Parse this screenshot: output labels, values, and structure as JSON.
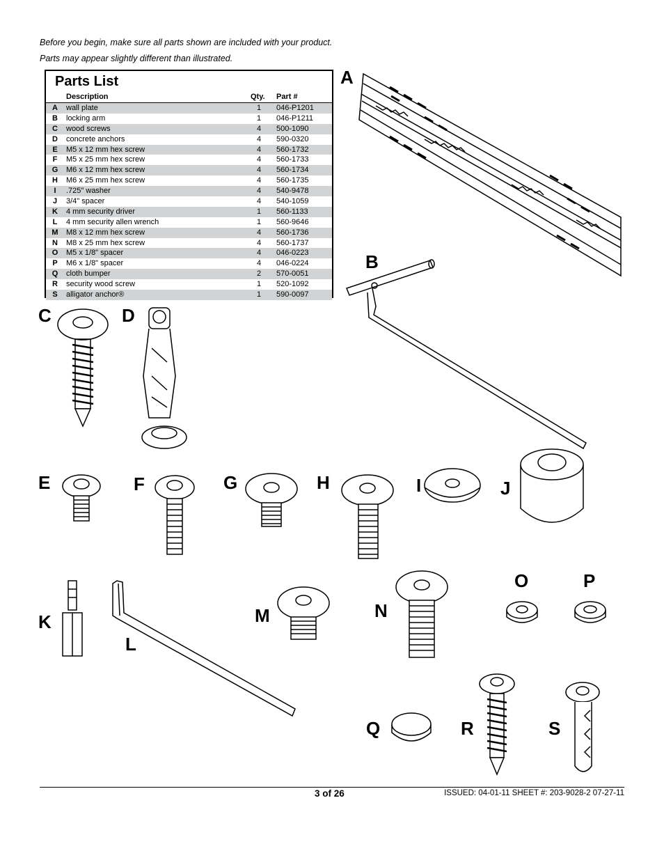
{
  "intro": {
    "line1": "Before you begin, make sure all parts shown are included with your product.",
    "line2": "Parts may appear slightly different than illustrated."
  },
  "parts_list": {
    "title": "Parts List",
    "headers": {
      "description": "Description",
      "qty": "Qty.",
      "part": "Part #"
    },
    "rows": [
      {
        "letter": "A",
        "description": "wall plate",
        "qty": "1",
        "part": "046-P1201"
      },
      {
        "letter": "B",
        "description": "locking arm",
        "qty": "1",
        "part": "046-P1211"
      },
      {
        "letter": "C",
        "description": "wood screws",
        "qty": "4",
        "part": "500-1090"
      },
      {
        "letter": "D",
        "description": "concrete anchors",
        "qty": "4",
        "part": "590-0320"
      },
      {
        "letter": "E",
        "description": "M5 x 12 mm hex screw",
        "qty": "4",
        "part": "560-1732"
      },
      {
        "letter": "F",
        "description": "M5 x 25 mm hex screw",
        "qty": "4",
        "part": "560-1733"
      },
      {
        "letter": "G",
        "description": "M6 x 12 mm hex screw",
        "qty": "4",
        "part": "560-1734"
      },
      {
        "letter": "H",
        "description": "M6 x 25 mm hex screw",
        "qty": "4",
        "part": "560-1735"
      },
      {
        "letter": "I",
        "description": ".725\" washer",
        "qty": "4",
        "part": "540-9478"
      },
      {
        "letter": "J",
        "description": "3/4\" spacer",
        "qty": "4",
        "part": "540-1059"
      },
      {
        "letter": "K",
        "description": "4 mm security driver",
        "qty": "1",
        "part": "560-1133"
      },
      {
        "letter": "L",
        "description": "4 mm security allen wrench",
        "qty": "1",
        "part": "560-9646"
      },
      {
        "letter": "M",
        "description": "M8 x 12 mm hex screw",
        "qty": "4",
        "part": "560-1736"
      },
      {
        "letter": "N",
        "description": "M8 x 25 mm hex screw",
        "qty": "4",
        "part": "560-1737"
      },
      {
        "letter": "O",
        "description": "M5 x 1/8\" spacer",
        "qty": "4",
        "part": "046-0223"
      },
      {
        "letter": "P",
        "description": "M6 x 1/8\" spacer",
        "qty": "4",
        "part": "046-0224"
      },
      {
        "letter": "Q",
        "description": "cloth bumper",
        "qty": "2",
        "part": "570-0051"
      },
      {
        "letter": "R",
        "description": "security wood screw",
        "qty": "1",
        "part": "520-1092"
      },
      {
        "letter": "S",
        "description": "alligator anchor®",
        "qty": "1",
        "part": "590-0097"
      }
    ]
  },
  "illustration_labels": {
    "A": "A",
    "B": "B",
    "C": "C",
    "D": "D",
    "E": "E",
    "F": "F",
    "G": "G",
    "H": "H",
    "I": "I",
    "J": "J",
    "K": "K",
    "L": "L",
    "M": "M",
    "N": "N",
    "O": "O",
    "P": "P",
    "Q": "Q",
    "R": "R",
    "S": "S"
  },
  "footer": {
    "page": "3 of 26",
    "issued": "ISSUED: 04-01-11  SHEET #: 203-9028-2  07-27-11"
  },
  "colors": {
    "row_shade": "#d1d3d4",
    "ink": "#000000"
  }
}
